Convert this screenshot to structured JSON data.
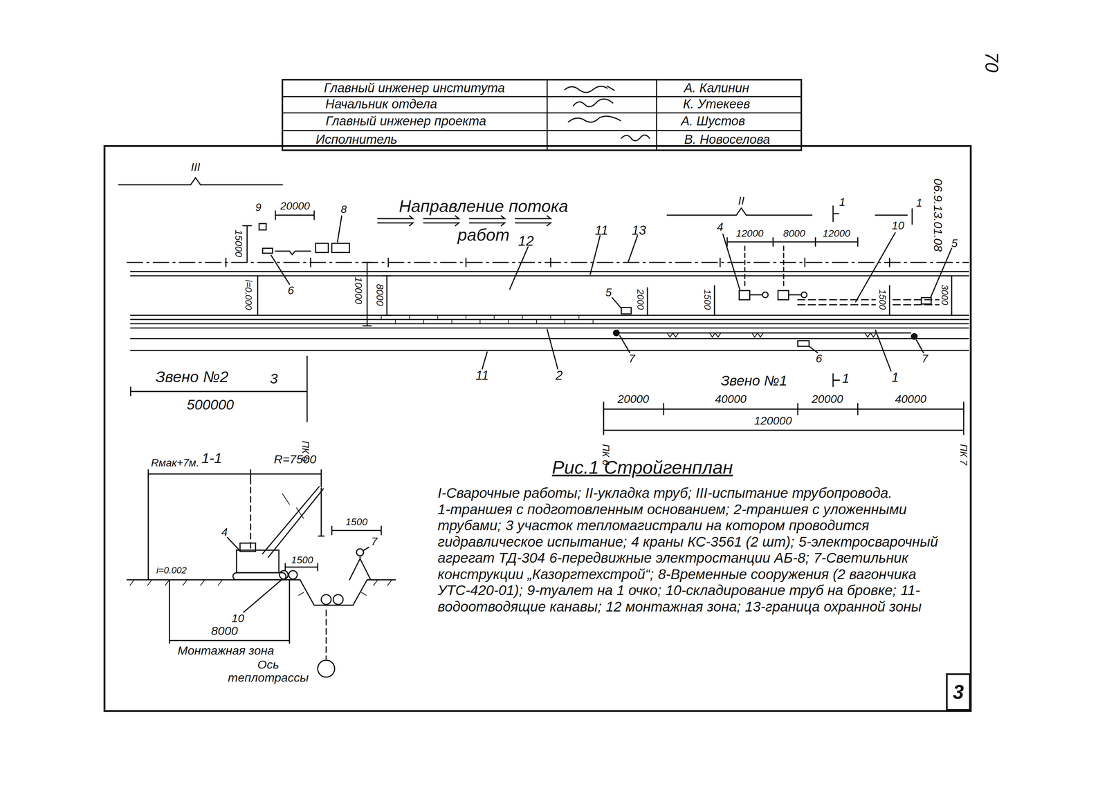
{
  "diagram": {
    "caption": "Рис.1 Стройгенплан",
    "nodes": [
      {
        "text": [
          "3"
        ]
      }
    ],
    "labels": [
      "Главный инженер института",
      "А. Калинин",
      "Начальник отдела",
      "К. Утекеев",
      "Главный инженер проекта",
      "А. Шустов",
      "Исполнитель",
      "В. Новоселова",
      "70",
      "06.9.13.01.08",
      "III",
      "II",
      "1",
      "1",
      "Направление потока работ",
      "20000",
      "15000",
      "9",
      "8",
      "6",
      "12",
      "11",
      "13",
      "12000",
      "8000",
      "12000",
      "4",
      "10",
      "5",
      "i=0.000",
      "10000",
      "8000",
      "5",
      "2000",
      "1500",
      "1500",
      "3000",
      "7",
      "6",
      "7",
      "11",
      "2",
      "1",
      "Звено №2",
      "3",
      "500000",
      "ПК 5",
      "Звено №1",
      "1",
      "20000",
      "40000",
      "20000",
      "40000",
      "120000",
      "ПК 6",
      "ПК 7",
      "1-1",
      "Rмак+7м.",
      "R=7500",
      "4",
      "1500",
      "1500",
      "7",
      "i=0.002",
      "10",
      "8000",
      "Монтажная зона",
      "Ось теплотрассы",
      "I-Сварочные работы; II-укладка труб; III-испытание трубопровода.",
      "1-траншея с подготовленным основанием;",
      "2-траншея с уложенными трубами;",
      "3 участок тепломагистрали на котором проводится гидравлическое испытание;",
      "4 краны КС-3561 (2 шт);",
      "5-электросварочный агрегат ТД-304",
      "6-передвижные электростанции АБ-8;",
      "7-Светильник конструкции „Казоргтехстрой“;",
      "8-Временные сооружения (2 вагончика УТС-420-01);",
      "9-туалет на 1 очко;",
      "10-складирование труб на бровке;",
      "11-водоотводящие канавы;",
      "12 монтажная зона;",
      "13-граница охранной зоны"
    ]
  }
}
